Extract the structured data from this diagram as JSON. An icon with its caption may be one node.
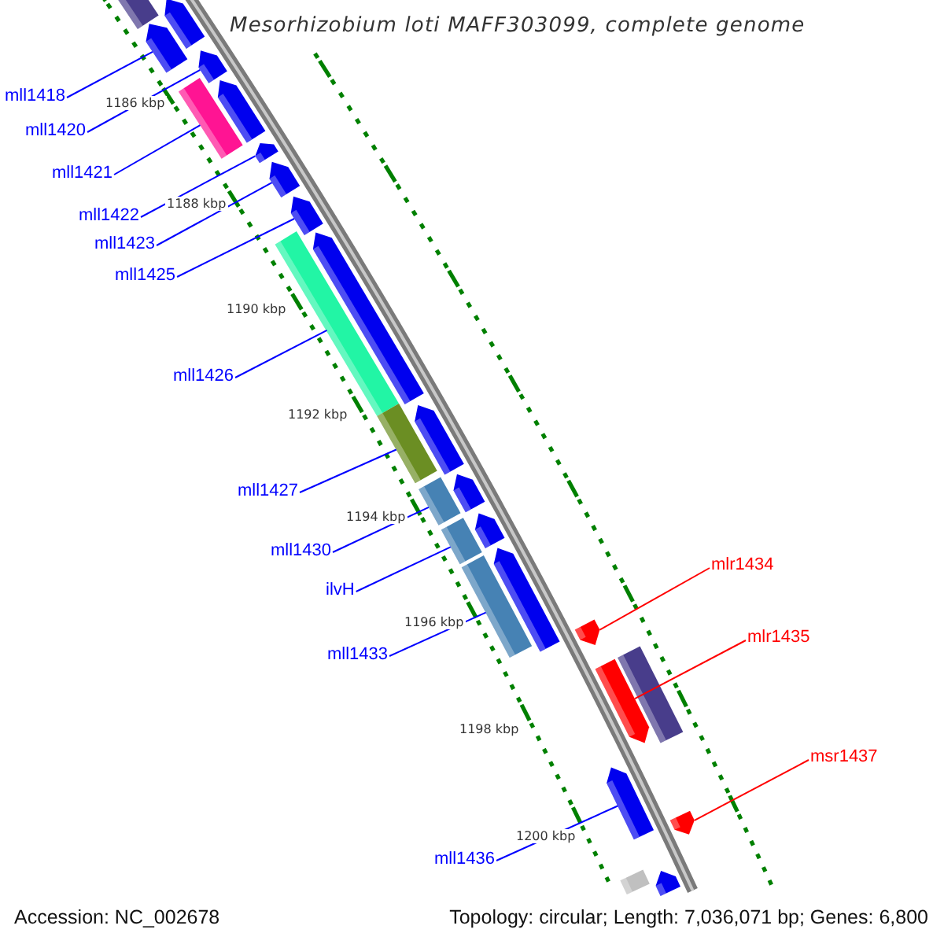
{
  "diagram": {
    "title": "Mesorhizobium loti MAFF303099, complete genome",
    "nodes": [
      {
        "text": [
          "mll1418"
        ]
      },
      {
        "text": [
          "mll1420"
        ]
      },
      {
        "text": [
          "mll1421"
        ]
      },
      {
        "text": [
          "mll1422"
        ]
      },
      {
        "text": [
          "mll1423"
        ]
      },
      {
        "text": [
          "mll1425"
        ]
      },
      {
        "text": [
          "mll1426"
        ]
      },
      {
        "text": [
          "mll1427"
        ]
      },
      {
        "text": [
          "mll1430"
        ]
      },
      {
        "text": [
          "ilvH"
        ]
      },
      {
        "text": [
          "mll1433"
        ]
      },
      {
        "text": [
          "mll1436"
        ]
      },
      {
        "text": [
          "mlr1434"
        ]
      },
      {
        "text": [
          "mlr1435"
        ]
      },
      {
        "text": [
          "msr1437"
        ]
      },
      {
        "text": [],
        "shape": "bar"
      },
      {
        "text": [],
        "shape": "arrow"
      },
      {
        "text": [],
        "shape": "arrow"
      },
      {
        "text": [],
        "shape": "arrow"
      },
      {
        "text": [],
        "shape": "bar"
      },
      {
        "text": [],
        "shape": "arrow"
      },
      {
        "text": [],
        "shape": "arrow"
      },
      {
        "text": [],
        "shape": "arrow"
      },
      {
        "text": [],
        "shape": "arrow"
      },
      {
        "text": [],
        "shape": "bar"
      },
      {
        "text": [],
        "shape": "arrow"
      },
      {
        "text": [],
        "shape": "bar"
      },
      {
        "text": [],
        "shape": "arrow"
      },
      {
        "text": [],
        "shape": "bar"
      },
      {
        "text": [],
        "shape": "arrow"
      },
      {
        "text": [],
        "shape": "bar"
      },
      {
        "text": [],
        "shape": "arrow"
      },
      {
        "text": [],
        "shape": "bar"
      },
      {
        "text": [],
        "shape": "arrow"
      },
      {
        "text": [],
        "shape": "arrow"
      },
      {
        "text": [],
        "shape": "arrow"
      },
      {
        "text": [],
        "shape": "bar"
      },
      {
        "text": [],
        "shape": "arrow"
      },
      {
        "text": [],
        "shape": "arrow"
      },
      {
        "text": [],
        "shape": "bar"
      },
      {
        "text": [],
        "shape": "arrow"
      }
    ],
    "edges": [
      {
        "from": 0,
        "to": 17,
        "arrow": "none"
      },
      {
        "from": 1,
        "to": 18,
        "arrow": "none"
      },
      {
        "from": 2,
        "to": 19,
        "arrow": "none"
      },
      {
        "from": 3,
        "to": 21,
        "arrow": "none"
      },
      {
        "from": 4,
        "to": 22,
        "arrow": "none"
      },
      {
        "from": 5,
        "to": 23,
        "arrow": "none"
      },
      {
        "from": 6,
        "to": 24,
        "arrow": "none"
      },
      {
        "from": 7,
        "to": 26,
        "arrow": "none"
      },
      {
        "from": 8,
        "to": 28,
        "arrow": "none"
      },
      {
        "from": 9,
        "to": 30,
        "arrow": "none"
      },
      {
        "from": 10,
        "to": 32,
        "arrow": "none"
      },
      {
        "from": 11,
        "to": 37,
        "arrow": "none"
      },
      {
        "from": 12,
        "to": 34,
        "arrow": "none",
        "color": "#ff0000"
      },
      {
        "from": 13,
        "to": 35,
        "arrow": "none",
        "color": "#ff0000"
      },
      {
        "from": 14,
        "to": 38,
        "arrow": "none",
        "color": "#ff0000"
      }
    ],
    "labels": [
      "1186 kbp",
      "1188 kbp",
      "1190 kbp",
      "1192 kbp",
      "1194 kbp",
      "1196 kbp",
      "1198 kbp",
      "1200 kbp",
      "Accession: NC_002678",
      "Topology: circular; Length: 7,036,071 bp; Genes: 6,800"
    ]
  }
}
